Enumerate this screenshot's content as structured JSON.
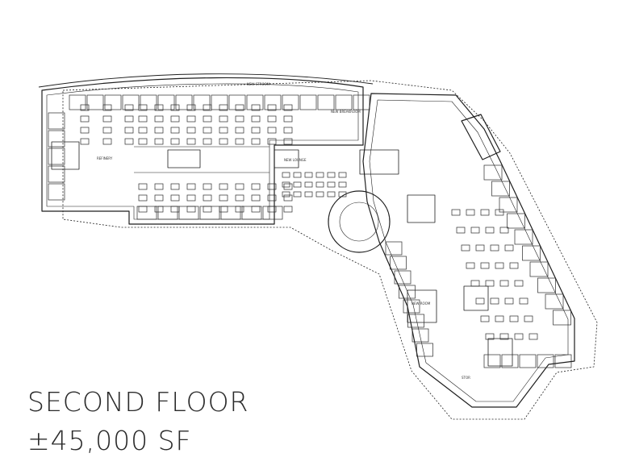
{
  "caption": {
    "floor": "SECOND FLOOR",
    "area": "±45,000 SF"
  },
  "room_labels": {
    "room_a": "NEW STROOM",
    "room_b": "NEW BREAKROOM",
    "room_c": "NEW LOUNGE",
    "room_d": "REFINERY",
    "room_e": "NEW ROOM",
    "room_f": "STOR"
  },
  "colors": {
    "line": "#1f1f1f",
    "text": "#2b2b2b",
    "background": "#ffffff"
  }
}
